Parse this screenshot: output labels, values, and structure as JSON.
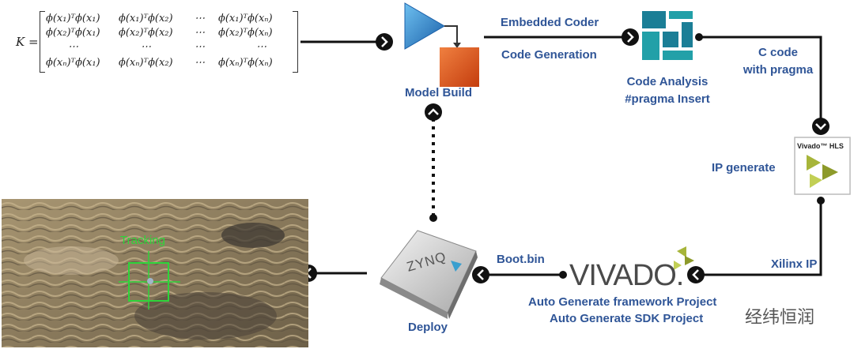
{
  "matrix": {
    "variable": "K =",
    "rows": [
      [
        "ϕ(x₁)ᵀϕ(x₁)",
        "ϕ(x₁)ᵀϕ(x₂)",
        "⋯",
        "ϕ(x₁)ᵀϕ(xₙ)"
      ],
      [
        "ϕ(x₂)ᵀϕ(x₁)",
        "ϕ(x₂)ᵀϕ(x₂)",
        "⋯",
        "ϕ(x₂)ᵀϕ(xₙ)"
      ],
      [
        "⋯",
        "⋯",
        "⋯",
        "⋯"
      ],
      [
        "ϕ(xₙ)ᵀϕ(x₁)",
        "ϕ(xₙ)ᵀϕ(x₂)",
        "⋯",
        "ϕ(xₙ)ᵀϕ(xₙ)"
      ]
    ]
  },
  "labels": {
    "model_build": "Model Build",
    "embedded_coder": "Embedded Coder",
    "code_generation": "Code Generation",
    "code_analysis_1": "Code Analysis",
    "code_analysis_2": "#pragma Insert",
    "c_code_1": "C code",
    "c_code_2": "with pragma",
    "ip_generate": "IP generate",
    "xilinx_ip": "Xilinx IP",
    "boot_bin": "Boot.bin",
    "auto_framework": "Auto Generate framework Project",
    "auto_sdk": "Auto Generate SDK Project",
    "deploy": "Deploy"
  },
  "logos": {
    "vivado": "VIVADO.",
    "vivado_hls": "Vivado™ HLS",
    "zynq": "ZYNQ"
  },
  "tracking_label": "Tracking",
  "watermark": "经纬恒润",
  "colors": {
    "label_blue": "#2f5597",
    "tracking_green": "#2ed43a",
    "simulink_blue": "#2a7fc7",
    "block_orange": "#e05a1a",
    "teal": "#1b7e96",
    "xilinx_green": "#a7b53a"
  }
}
